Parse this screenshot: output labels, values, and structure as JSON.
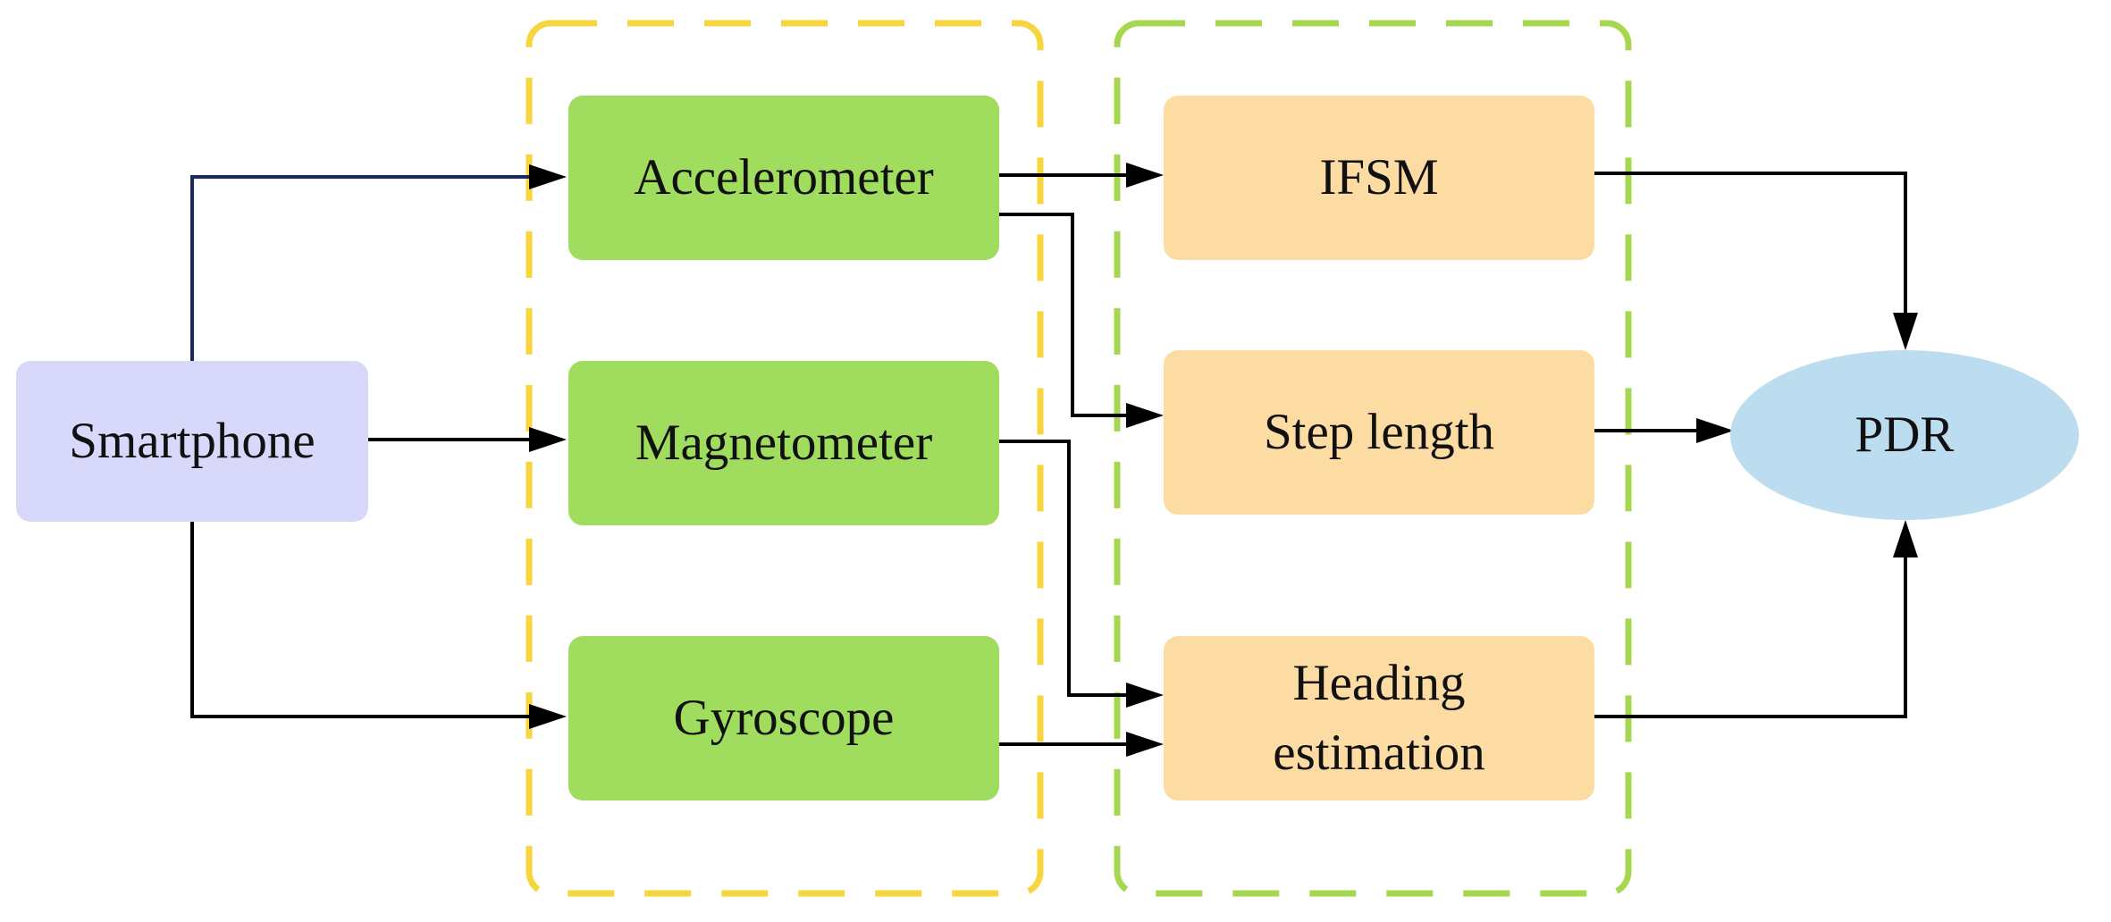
{
  "colors": {
    "sensor_fill": "#a0dd5e",
    "process_fill": "#fddca3",
    "smartphone_fill": "#d8d8fb",
    "pdr_fill": "#bcdcef",
    "sensor_group_border": "#f7d53c",
    "process_group_border": "#a5d84f",
    "arrow": "#000000"
  },
  "nodes": {
    "smartphone": "Smartphone",
    "accelerometer": "Accelerometer",
    "magnetometer": "Magnetometer",
    "gyroscope": "Gyroscope",
    "ifsm": "IFSM",
    "step_length": "Step length",
    "heading_line1": "Heading",
    "heading_line2": "estimation",
    "pdr": "PDR"
  },
  "edges": [
    [
      "Smartphone",
      "Accelerometer"
    ],
    [
      "Smartphone",
      "Magnetometer"
    ],
    [
      "Smartphone",
      "Gyroscope"
    ],
    [
      "Accelerometer",
      "IFSM"
    ],
    [
      "Accelerometer",
      "Step length"
    ],
    [
      "Magnetometer",
      "Heading estimation"
    ],
    [
      "Gyroscope",
      "Heading estimation"
    ],
    [
      "IFSM",
      "PDR"
    ],
    [
      "Step length",
      "PDR"
    ],
    [
      "Heading estimation",
      "PDR"
    ]
  ]
}
